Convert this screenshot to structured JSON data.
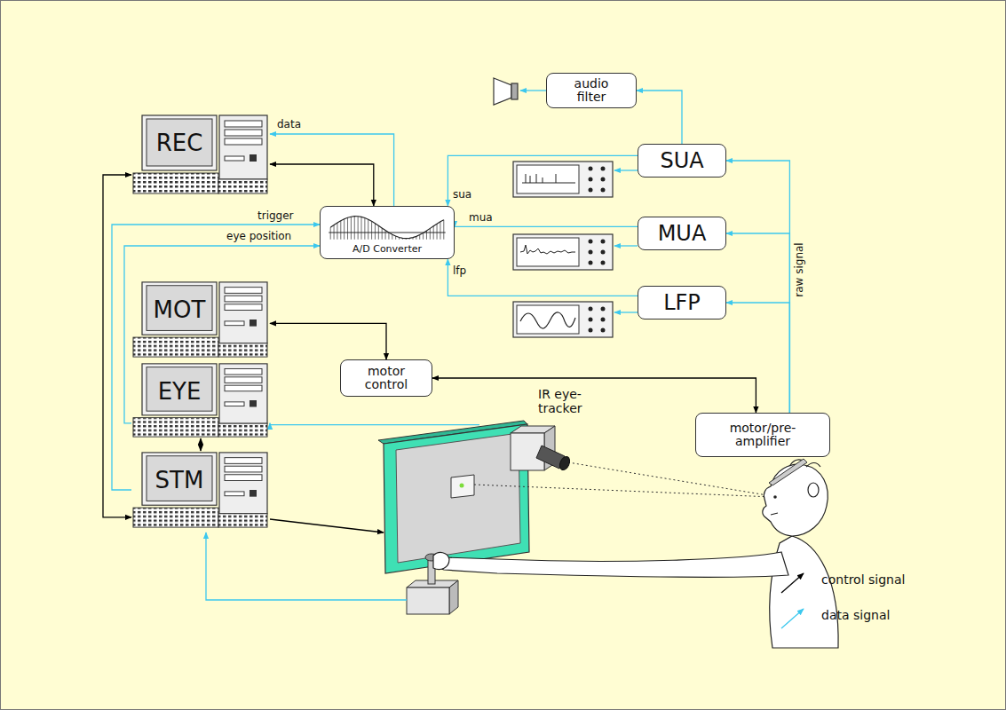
{
  "diagram": {
    "nodes": [
      {
        "text": [
          "REC"
        ]
      },
      {
        "text": [
          "A/D Converter"
        ]
      },
      {
        "text": [
          "MOT"
        ]
      },
      {
        "text": [
          "motor control"
        ]
      },
      {
        "text": [
          "EYE"
        ]
      },
      {
        "text": [
          "STM"
        ]
      },
      {
        "text": [
          "audio filter"
        ]
      },
      {
        "text": [
          "SUA"
        ]
      },
      {
        "text": [
          "MUA"
        ]
      },
      {
        "text": [
          "LFP"
        ]
      },
      {
        "text": [
          "IR eye-tracker"
        ]
      },
      {
        "text": [
          "motor/pre-amplifier"
        ]
      }
    ],
    "edges": [
      {
        "from": 7,
        "to": 6,
        "arrow": "to"
      },
      {
        "from": 7,
        "to": 1,
        "label": "sua",
        "arrow": "to"
      },
      {
        "from": 8,
        "to": 1,
        "label": "mua",
        "arrow": "to"
      },
      {
        "from": 9,
        "to": 1,
        "label": "lfp",
        "arrow": "to"
      },
      {
        "from": 1,
        "to": 0,
        "label": "data",
        "arrow": "to"
      },
      {
        "from": 0,
        "to": 1,
        "arrow": "both"
      },
      {
        "from": 5,
        "to": 1,
        "label": "trigger",
        "arrow": "to"
      },
      {
        "from": 4,
        "to": 1,
        "label": "eye position",
        "arrow": "to"
      },
      {
        "from": 2,
        "to": 3,
        "arrow": "both"
      },
      {
        "from": 3,
        "to": 11,
        "arrow": "both"
      },
      {
        "from": 11,
        "to": 7,
        "arrow": "to"
      },
      {
        "from": 11,
        "to": 8,
        "arrow": "to"
      },
      {
        "from": 11,
        "to": 9,
        "label": "raw signal",
        "arrow": "to"
      },
      {
        "from": 10,
        "to": 4,
        "arrow": "to"
      },
      {
        "from": 4,
        "to": 5,
        "arrow": "both"
      },
      {
        "from": 0,
        "to": 5,
        "arrow": "both"
      }
    ],
    "legend": [
      {
        "text": "control signal"
      },
      {
        "text": "data signal"
      }
    ]
  }
}
